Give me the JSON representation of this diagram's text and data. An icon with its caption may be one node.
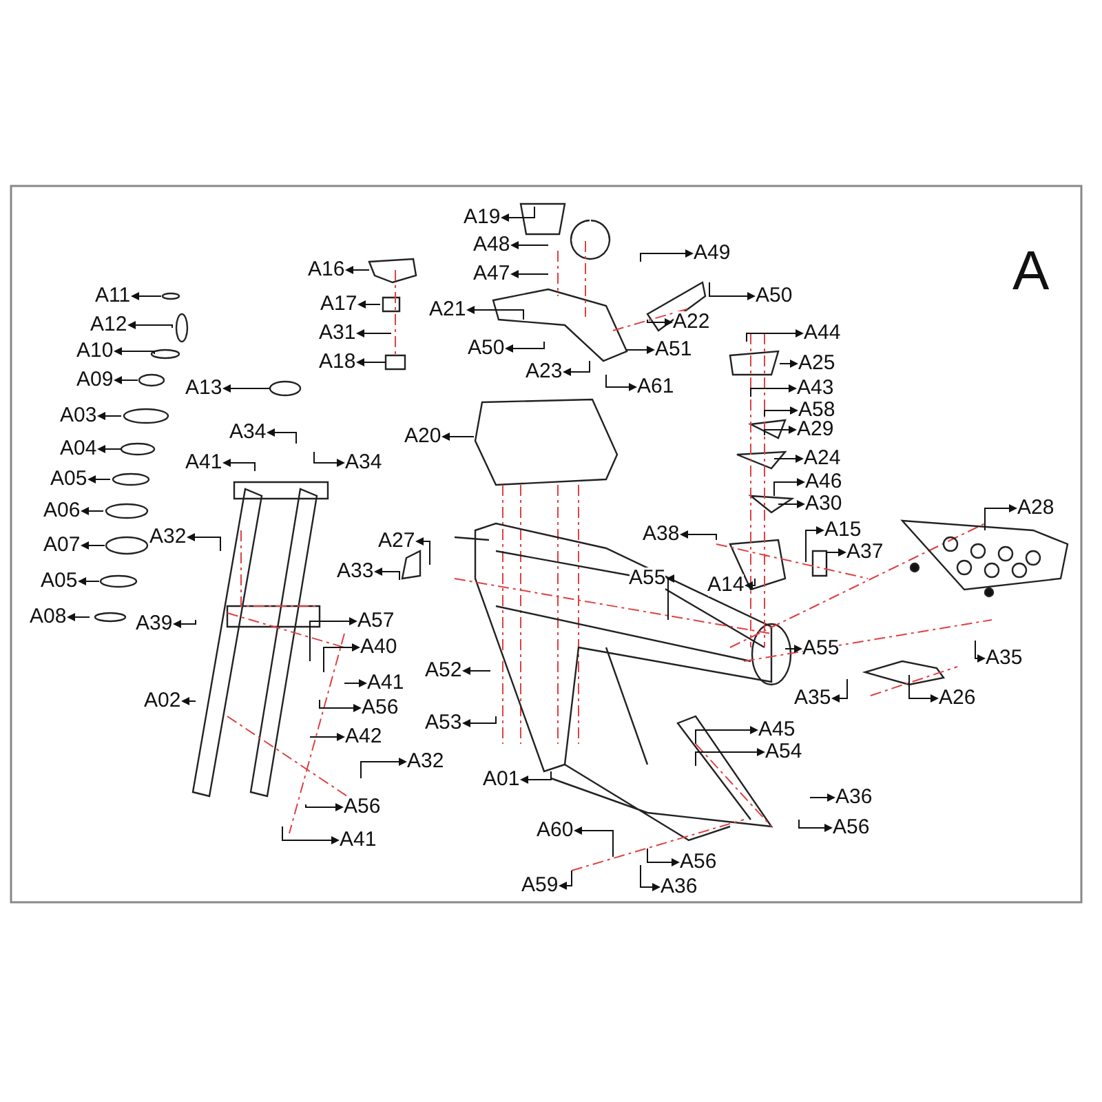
{
  "diagram": {
    "nodes": [
      {
        "text": [
          "A19"
        ]
      },
      {
        "text": [
          "A48"
        ]
      },
      {
        "text": [
          "A16"
        ]
      },
      {
        "text": [
          "A49"
        ]
      },
      {
        "text": [
          "A47"
        ]
      },
      {
        "text": [
          "A11"
        ]
      },
      {
        "text": [
          "A50"
        ]
      },
      {
        "text": [
          "A17"
        ]
      },
      {
        "text": [
          "A21"
        ]
      },
      {
        "text": [
          "A22"
        ]
      },
      {
        "text": [
          "A12"
        ]
      },
      {
        "text": [
          "A31"
        ]
      },
      {
        "text": [
          "A44"
        ]
      },
      {
        "text": [
          "A50"
        ]
      },
      {
        "text": [
          "A51"
        ]
      },
      {
        "text": [
          "A10"
        ]
      },
      {
        "text": [
          "A23"
        ]
      },
      {
        "text": [
          "A18"
        ]
      },
      {
        "text": [
          "A25"
        ]
      },
      {
        "text": [
          "A61"
        ]
      },
      {
        "text": [
          "A09"
        ]
      },
      {
        "text": [
          "A13"
        ]
      },
      {
        "text": [
          "A43"
        ]
      },
      {
        "text": [
          "A58"
        ]
      },
      {
        "text": [
          "A03"
        ]
      },
      {
        "text": [
          "A34"
        ]
      },
      {
        "text": [
          "A34"
        ]
      },
      {
        "text": [
          "A29"
        ]
      },
      {
        "text": [
          "A20"
        ]
      },
      {
        "text": [
          "A04"
        ]
      },
      {
        "text": [
          "A24"
        ]
      },
      {
        "text": [
          "A41"
        ]
      },
      {
        "text": [
          "A46"
        ]
      },
      {
        "text": [
          "A05"
        ]
      },
      {
        "text": [
          "A06"
        ]
      },
      {
        "text": [
          "A30"
        ]
      },
      {
        "text": [
          "A28"
        ]
      },
      {
        "text": [
          "A32"
        ]
      },
      {
        "text": [
          "A38"
        ]
      },
      {
        "text": [
          "A15"
        ]
      },
      {
        "text": [
          "A27"
        ]
      },
      {
        "text": [
          "A07"
        ]
      },
      {
        "text": [
          "A37"
        ]
      },
      {
        "text": [
          "A33"
        ]
      },
      {
        "text": [
          "A55"
        ]
      },
      {
        "text": [
          "A05"
        ]
      },
      {
        "text": [
          "A14"
        ]
      },
      {
        "text": [
          "A08"
        ]
      },
      {
        "text": [
          "A39"
        ]
      },
      {
        "text": [
          "A57"
        ]
      },
      {
        "text": [
          "A55"
        ]
      },
      {
        "text": [
          "A40"
        ]
      },
      {
        "text": [
          "A35"
        ]
      },
      {
        "text": [
          "A52"
        ]
      },
      {
        "text": [
          "A41"
        ]
      },
      {
        "text": [
          "A35"
        ]
      },
      {
        "text": [
          "A02"
        ]
      },
      {
        "text": [
          "A26"
        ]
      },
      {
        "text": [
          "A56"
        ]
      },
      {
        "text": [
          "A53"
        ]
      },
      {
        "text": [
          "A42"
        ]
      },
      {
        "text": [
          "A45"
        ]
      },
      {
        "text": [
          "A54"
        ]
      },
      {
        "text": [
          "A32"
        ]
      },
      {
        "text": [
          "A01"
        ]
      },
      {
        "text": [
          "A36"
        ]
      },
      {
        "text": [
          "A56"
        ]
      },
      {
        "text": [
          "A56"
        ]
      },
      {
        "text": [
          "A41"
        ]
      },
      {
        "text": [
          "A60"
        ]
      },
      {
        "text": [
          "A56"
        ]
      },
      {
        "text": [
          "A59"
        ]
      },
      {
        "text": [
          "A36"
        ]
      }
    ],
    "edges": [
      {
        "from": null,
        "to": 0,
        "arrow": "to"
      },
      {
        "from": null,
        "to": 1,
        "arrow": "to"
      },
      {
        "from": null,
        "to": 2,
        "arrow": "to"
      },
      {
        "from": null,
        "to": 3,
        "arrow": "to"
      },
      {
        "from": null,
        "to": 4,
        "arrow": "to"
      },
      {
        "from": null,
        "to": 5,
        "arrow": "to"
      },
      {
        "from": null,
        "to": 6,
        "arrow": "to"
      },
      {
        "from": null,
        "to": 7,
        "arrow": "to"
      },
      {
        "from": null,
        "to": 8,
        "arrow": "to"
      },
      {
        "from": null,
        "to": 9,
        "arrow": "to"
      },
      {
        "from": null,
        "to": 10,
        "arrow": "to"
      },
      {
        "from": null,
        "to": 11,
        "arrow": "to"
      },
      {
        "from": null,
        "to": 12,
        "arrow": "to"
      },
      {
        "from": null,
        "to": 13,
        "arrow": "to"
      },
      {
        "from": null,
        "to": 14,
        "arrow": "to"
      },
      {
        "from": null,
        "to": 15,
        "arrow": "to"
      },
      {
        "from": null,
        "to": 16,
        "arrow": "to"
      },
      {
        "from": null,
        "to": 17,
        "arrow": "to"
      },
      {
        "from": null,
        "to": 18,
        "arrow": "to"
      },
      {
        "from": null,
        "to": 19,
        "arrow": "to"
      },
      {
        "from": null,
        "to": 20,
        "arrow": "to"
      },
      {
        "from": null,
        "to": 21,
        "arrow": "to"
      },
      {
        "from": null,
        "to": 22,
        "arrow": "to"
      },
      {
        "from": null,
        "to": 23,
        "arrow": "to"
      },
      {
        "from": null,
        "to": 24,
        "arrow": "to"
      },
      {
        "from": null,
        "to": 25,
        "arrow": "to"
      },
      {
        "from": null,
        "to": 26,
        "arrow": "to"
      },
      {
        "from": null,
        "to": 27,
        "arrow": "to"
      },
      {
        "from": null,
        "to": 28,
        "arrow": "to"
      },
      {
        "from": null,
        "to": 29,
        "arrow": "to"
      },
      {
        "from": null,
        "to": 30,
        "arrow": "to"
      },
      {
        "from": null,
        "to": 31,
        "arrow": "to"
      },
      {
        "from": null,
        "to": 32,
        "arrow": "to"
      },
      {
        "from": null,
        "to": 33,
        "arrow": "to"
      },
      {
        "from": null,
        "to": 34,
        "arrow": "to"
      },
      {
        "from": null,
        "to": 35,
        "arrow": "to"
      },
      {
        "from": null,
        "to": 36,
        "arrow": "to"
      },
      {
        "from": null,
        "to": 37,
        "arrow": "to"
      },
      {
        "from": null,
        "to": 38,
        "arrow": "to"
      },
      {
        "from": null,
        "to": 39,
        "arrow": "to"
      },
      {
        "from": null,
        "to": 40,
        "arrow": "to"
      },
      {
        "from": null,
        "to": 41,
        "arrow": "to"
      },
      {
        "from": null,
        "to": 42,
        "arrow": "to"
      },
      {
        "from": null,
        "to": 43,
        "arrow": "to"
      },
      {
        "from": null,
        "to": 44,
        "arrow": "to"
      },
      {
        "from": null,
        "to": 45,
        "arrow": "to"
      },
      {
        "from": null,
        "to": 46,
        "arrow": "to"
      },
      {
        "from": null,
        "to": 47,
        "arrow": "to"
      },
      {
        "from": null,
        "to": 48,
        "arrow": "to"
      },
      {
        "from": null,
        "to": 49,
        "arrow": "to"
      },
      {
        "from": null,
        "to": 50,
        "arrow": "to"
      },
      {
        "from": null,
        "to": 51,
        "arrow": "to"
      },
      {
        "from": null,
        "to": 52,
        "arrow": "to"
      },
      {
        "from": null,
        "to": 53,
        "arrow": "to"
      },
      {
        "from": null,
        "to": 54,
        "arrow": "to"
      },
      {
        "from": null,
        "to": 55,
        "arrow": "to"
      },
      {
        "from": null,
        "to": 56,
        "arrow": "to"
      },
      {
        "from": null,
        "to": 57,
        "arrow": "to"
      },
      {
        "from": null,
        "to": 58,
        "arrow": "to"
      },
      {
        "from": null,
        "to": 59,
        "arrow": "to"
      },
      {
        "from": null,
        "to": 60,
        "arrow": "to"
      },
      {
        "from": null,
        "to": 61,
        "arrow": "to"
      },
      {
        "from": null,
        "to": 62,
        "arrow": "to"
      },
      {
        "from": null,
        "to": 63,
        "arrow": "to"
      },
      {
        "from": null,
        "to": 64,
        "arrow": "to"
      },
      {
        "from": null,
        "to": 65,
        "arrow": "to"
      },
      {
        "from": null,
        "to": 66,
        "arrow": "to"
      },
      {
        "from": null,
        "to": 67,
        "arrow": "to"
      },
      {
        "from": null,
        "to": 68,
        "arrow": "to"
      },
      {
        "from": null,
        "to": 69,
        "arrow": "to"
      },
      {
        "from": null,
        "to": 70,
        "arrow": "to"
      },
      {
        "from": null,
        "to": 71,
        "arrow": "to"
      },
      {
        "from": null,
        "to": 72,
        "arrow": "to"
      }
    ],
    "labels": [
      "A"
    ]
  }
}
